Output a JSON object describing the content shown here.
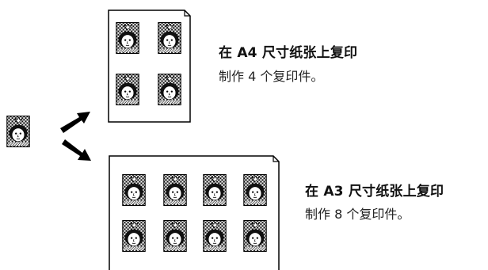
{
  "a4": {
    "title": "在 A4 尺寸纸张上复印",
    "description": "制作 4 个复印件。",
    "copies": 4
  },
  "a3": {
    "title": "在 A3 尺寸纸张上复印",
    "description": "制作 8 个复印件。",
    "copies": 8
  },
  "icons": {
    "original": "original-photo-icon",
    "arrow_up": "arrow-up-right-icon",
    "arrow_down": "arrow-down-right-icon",
    "copy": "photo-copy-icon"
  }
}
